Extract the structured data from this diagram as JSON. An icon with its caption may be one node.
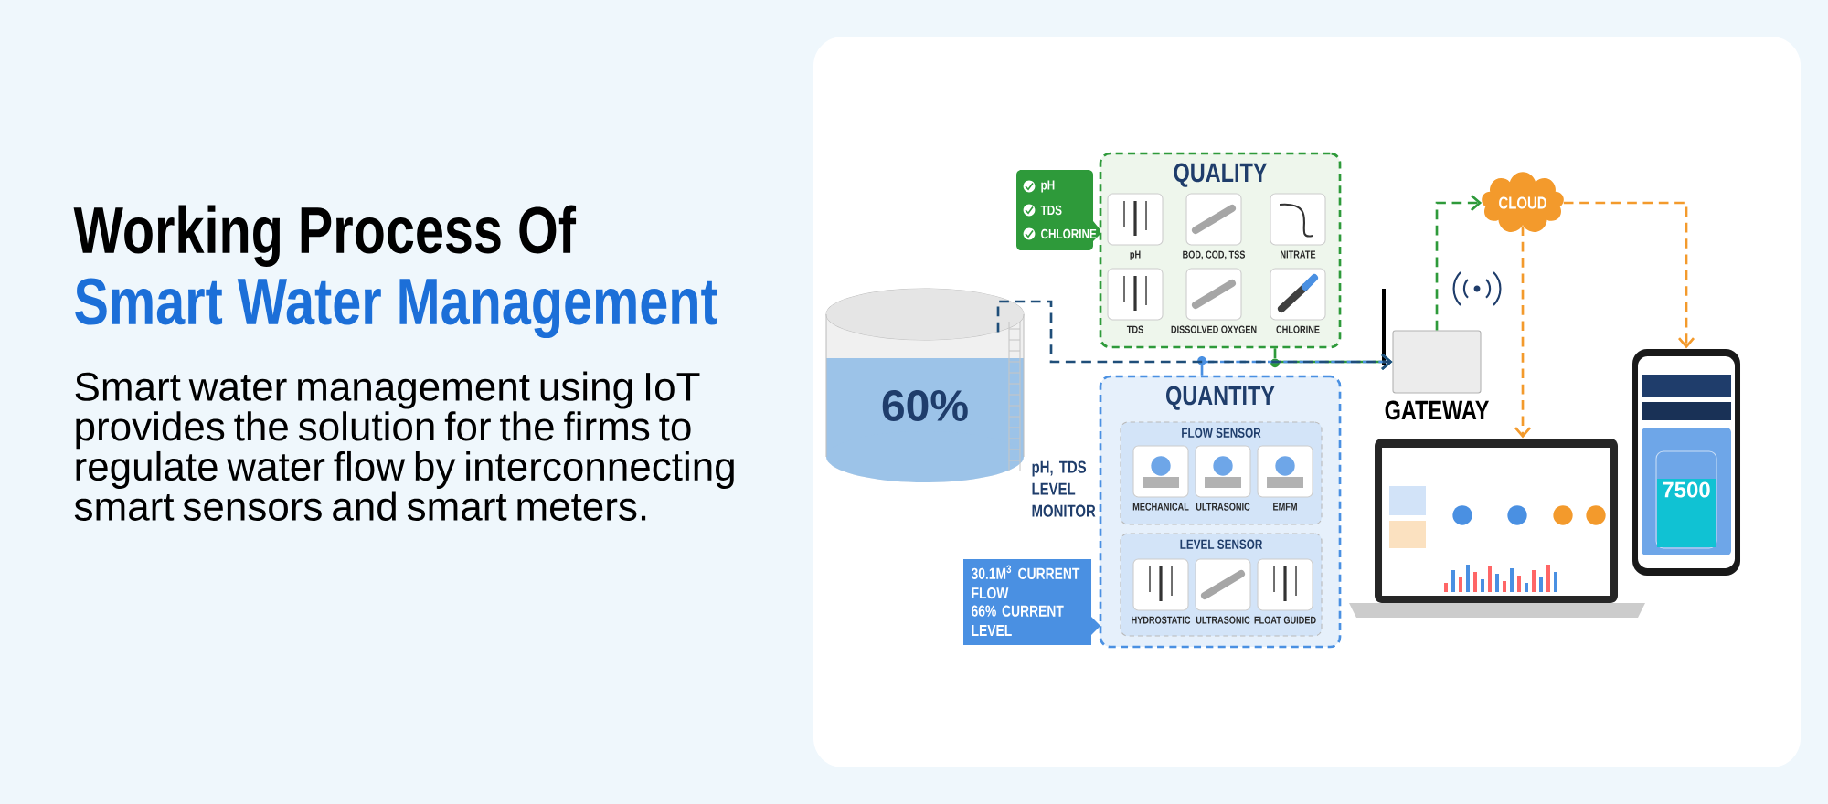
{
  "diagram": {
    "title": "Working Process Of",
    "nodes": [
      {
        "text": [
          "60%"
        ],
        "beside": [
          "pH, TDS LEVEL MONITOR"
        ]
      },
      {
        "text": [
          "pH",
          "TDS",
          "CHLORINE"
        ]
      },
      {
        "text": [
          "QUALITY"
        ]
      },
      {
        "text": [
          "pH"
        ],
        "in": 2
      },
      {
        "text": [
          "BOD, COD, TSS"
        ],
        "in": 2
      },
      {
        "text": [
          "NITRATE"
        ],
        "in": 2
      },
      {
        "text": [
          "TDS"
        ],
        "in": 2
      },
      {
        "text": [
          "DISSOLVED OXYGEN"
        ],
        "in": 2
      },
      {
        "text": [
          "CHLORINE"
        ],
        "in": 2
      },
      {
        "text": [
          "QUANTITY"
        ]
      },
      {
        "text": [
          "FLOW SENSOR"
        ],
        "in": 9
      },
      {
        "text": [
          "MECHANICAL"
        ],
        "in": 10
      },
      {
        "text": [
          "ULTRASONIC"
        ],
        "in": 10
      },
      {
        "text": [
          "EMFM"
        ],
        "in": 10
      },
      {
        "text": [
          "LEVEL SENSOR"
        ],
        "in": 9
      },
      {
        "text": [
          "HYDROSTATIC"
        ],
        "in": 14
      },
      {
        "text": [
          "ULTRASONIC"
        ],
        "in": 14
      },
      {
        "text": [
          "FLOAT GUIDED"
        ],
        "in": 14
      },
      {
        "text": [
          "30.1M$^{3}$ CURRENT FLOW",
          "66% CURRENT LEVEL"
        ]
      },
      {
        "text": [
          "GATEWAY"
        ]
      },
      {
        "text": [
          "CLOUD"
        ]
      },
      {
        "text": [],
        "shape": "picture"
      },
      {
        "text": [
          "7500"
        ]
      }
    ],
    "edges": [
      {
        "from": 0,
        "to": 19,
        "arrow": "to",
        "color": "#1f4e79"
      },
      {
        "from": 2,
        "to": 19,
        "arrow": "to",
        "color": "#2e9a3a"
      },
      {
        "from": 9,
        "to": 19,
        "arrow": "to",
        "color": "#4a90e2"
      },
      {
        "from": 19,
        "to": 20,
        "arrow": "to",
        "color": "#2e9a3a"
      },
      {
        "from": 20,
        "to": 21,
        "arrow": "to",
        "color": "#f39a2c"
      },
      {
        "from": 20,
        "to": 22,
        "arrow": "to",
        "color": "#f39a2c"
      }
    ],
    "labels": [
      "Smart Water Management",
      "Smart water management using IoT provides the solution for the firms to regulate water flow by interconnecting smart sensors and smart meters."
    ]
  }
}
